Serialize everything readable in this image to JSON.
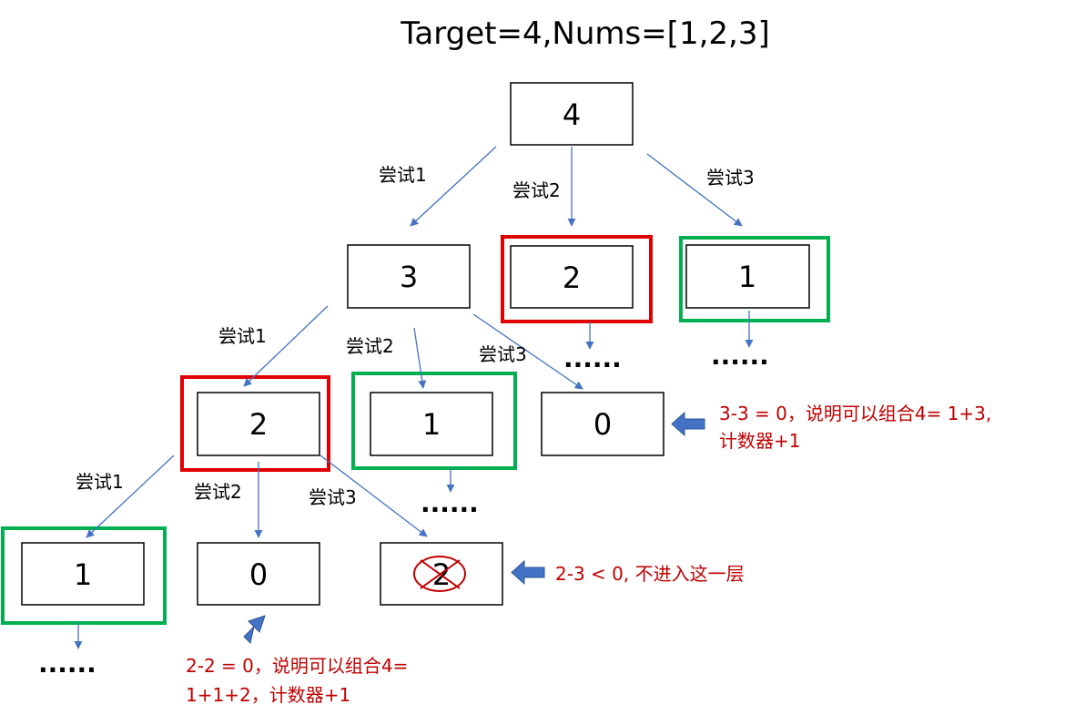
{
  "title": "Target=4,Nums=[1,2,3]",
  "colors": {
    "arrow": "#4472C4",
    "red_frame": "#E00000",
    "green_frame": "#00B050",
    "note_text": "#C00000",
    "pointer_fill": "#4472C4",
    "box_border": "#000000"
  },
  "nodes": {
    "root": "4",
    "l1_a": "3",
    "l1_b": "2",
    "l1_c": "1",
    "l2_a": "2",
    "l2_b": "1",
    "l2_c": "0",
    "l3_a": "1",
    "l3_b": "0",
    "l3_c": "2"
  },
  "edges": {
    "root_a": "尝试1",
    "root_b": "尝试2",
    "root_c": "尝试3",
    "l1a_a": "尝试1",
    "l1a_b": "尝试2",
    "l1a_c": "尝试3",
    "l2a_a": "尝试1",
    "l2a_b": "尝试2",
    "l2a_c": "尝试3"
  },
  "ellipsis": "......",
  "notes": {
    "note_zero_line1": "3-3 = 0，说明可以组合4= 1+3,",
    "note_zero_line2": "计数器+1",
    "note_neg": "2-3 < 0, 不进入这一层",
    "note_two_line1": "2-2 = 0，说明可以组合4=",
    "note_two_line2": "1+1+2，计数器+1"
  },
  "legend": {
    "red_frame_meaning": "",
    "green_frame_meaning": ""
  }
}
